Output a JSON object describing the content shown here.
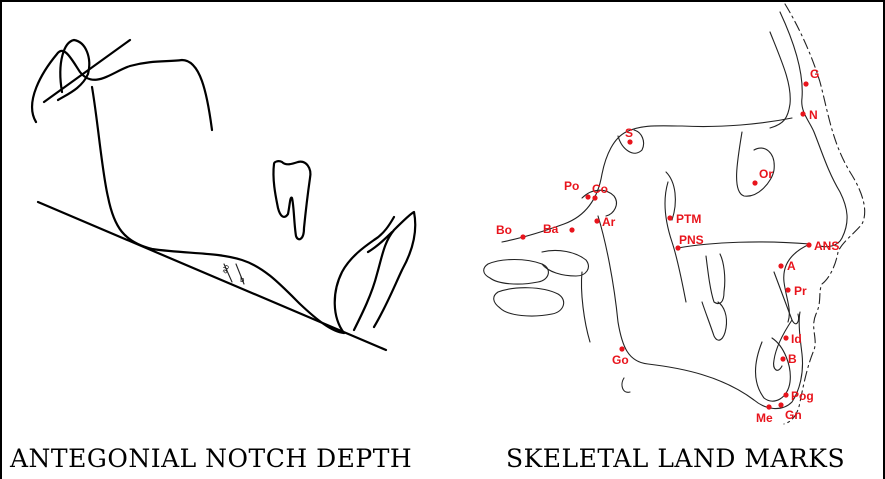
{
  "captions": {
    "left": "ANTEGONIAL NOTCH DEPTH",
    "right": "SKELETAL LAND MARKS"
  },
  "colors": {
    "landmark": "#e8141c",
    "line": "#000000",
    "border": "#000000"
  },
  "landmarks": [
    {
      "id": "G",
      "label": "G"
    },
    {
      "id": "N",
      "label": "N"
    },
    {
      "id": "S",
      "label": "S"
    },
    {
      "id": "Or",
      "label": "Or"
    },
    {
      "id": "Po",
      "label": "Po"
    },
    {
      "id": "Co",
      "label": "Co"
    },
    {
      "id": "Ar",
      "label": "Ar"
    },
    {
      "id": "PTM",
      "label": "PTM"
    },
    {
      "id": "Bo",
      "label": "Bo"
    },
    {
      "id": "Ba",
      "label": "Ba"
    },
    {
      "id": "PNS",
      "label": "PNS"
    },
    {
      "id": "ANS",
      "label": "ANS"
    },
    {
      "id": "A",
      "label": "A"
    },
    {
      "id": "Pr",
      "label": "Pr"
    },
    {
      "id": "Id",
      "label": "Id"
    },
    {
      "id": "B",
      "label": "B"
    },
    {
      "id": "Go",
      "label": "Go"
    },
    {
      "id": "Pog",
      "label": "Pog"
    },
    {
      "id": "Me",
      "label": "Me"
    },
    {
      "id": "Gn",
      "label": "Gn"
    }
  ]
}
